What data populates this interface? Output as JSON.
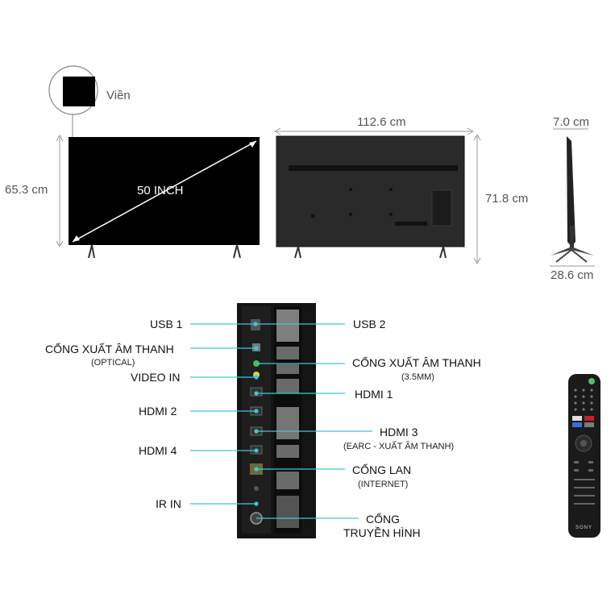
{
  "bezel_label": "Viền",
  "front": {
    "height": "65.3 cm",
    "diagonal": "50 INCH"
  },
  "back": {
    "width": "112.6 cm",
    "height": "71.8 cm"
  },
  "side": {
    "depth_top": "7.0  cm",
    "depth_stand": "28.6 cm"
  },
  "ports_left": [
    {
      "label": "USB 1"
    },
    {
      "label": "CỔNG XUẤT ÂM THANH",
      "sub": "(OPTICAL)"
    },
    {
      "label": "VIDEO IN"
    },
    {
      "label": "HDMI 2"
    },
    {
      "label": "HDMI 4"
    },
    {
      "label": "IR IN"
    }
  ],
  "ports_right": [
    {
      "label": "USB 2"
    },
    {
      "label": "CỔNG XUẤT ÂM THANH",
      "sub": "(3.5MM)"
    },
    {
      "label": "HDMI 1"
    },
    {
      "label": "HDMI 3",
      "sub": "(EARC - XUẤT ÂM THANH)"
    },
    {
      "label": "CỔNG LAN",
      "sub": "(INTERNET)"
    },
    {
      "label": "CỔNG",
      "sub": "TRUYỀN HÌNH"
    }
  ],
  "remote_brand": "SONY",
  "colors": {
    "leader": "#3ec6d8",
    "panel": "#141414",
    "dim_line": "#9a9a9a"
  }
}
